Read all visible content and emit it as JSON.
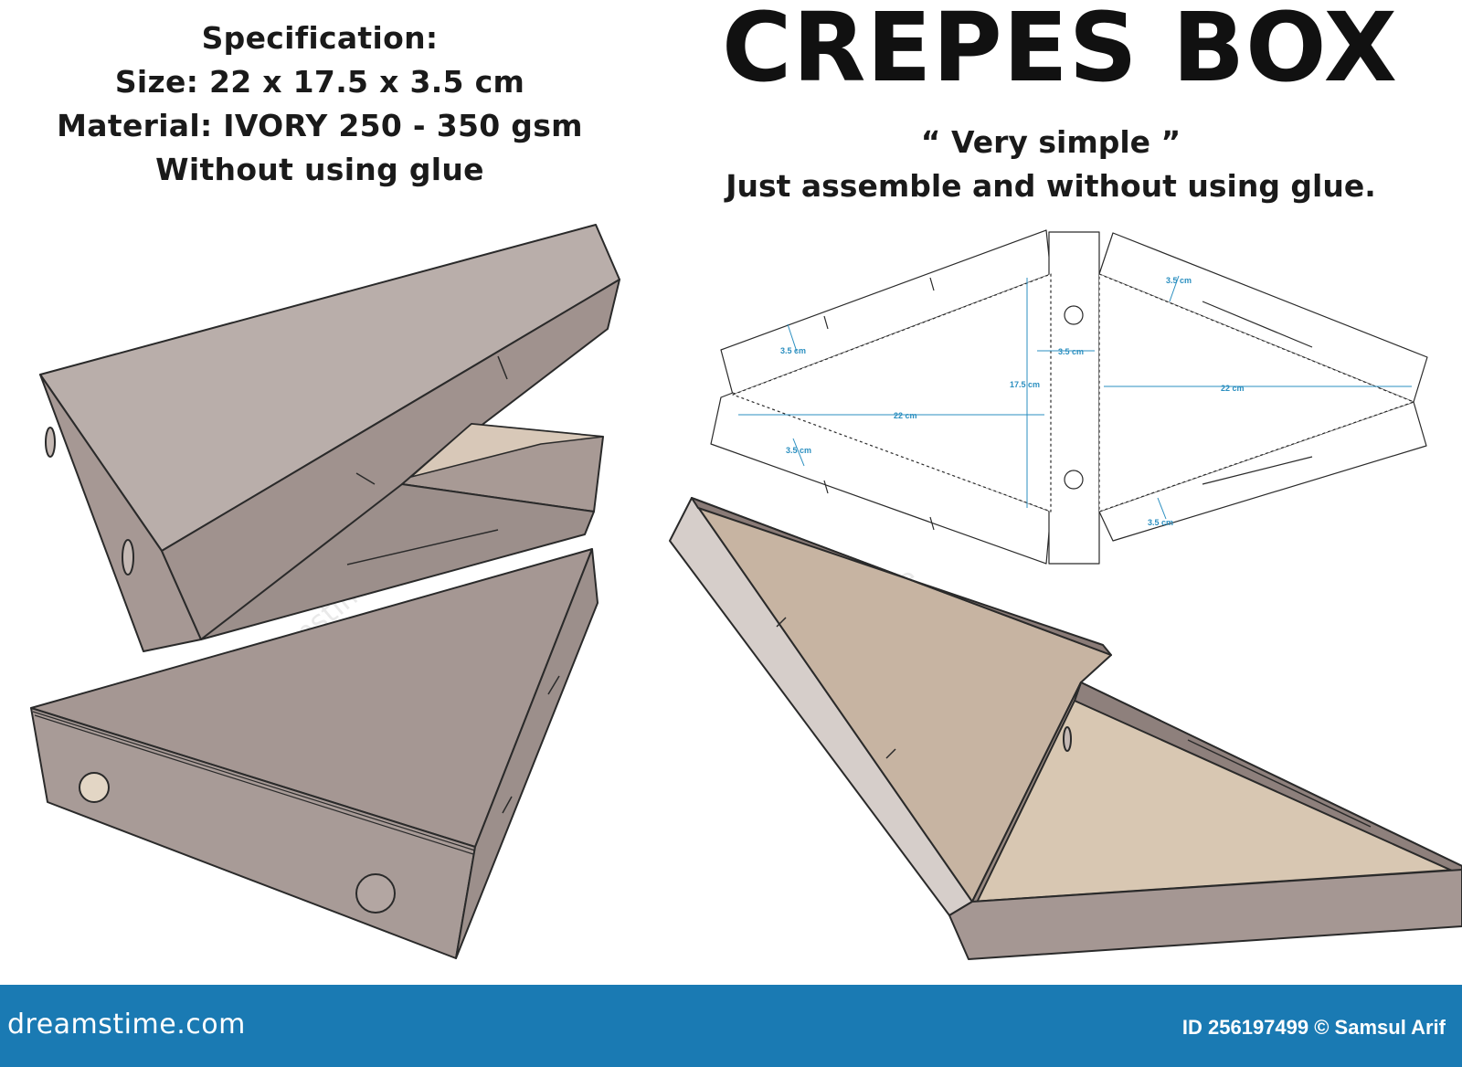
{
  "title": "CREPES BOX",
  "specification": {
    "heading": "Specification:",
    "size": "Size: 22 x 17.5 x 3.5 cm",
    "material": "Material: IVORY 250 - 350 gsm",
    "note": "Without using glue"
  },
  "tagline": {
    "quote": "“ Very simple ”",
    "text": "Just assemble and without using glue."
  },
  "dieline_labels": {
    "height_left_top": "3.5 cm",
    "height_left_bottom": "3.5 cm",
    "height_center": "3.5 cm",
    "height_right_top": "3.5 cm",
    "height_right_bottom": "3.5 cm",
    "depth_center": "17.5 cm",
    "length_left": "22 cm",
    "length_right": "22 cm"
  },
  "watermark": "dreamstime",
  "footer": {
    "brand": "dreamstime.com",
    "credit": "ID 256197499 © Samsul Arif"
  },
  "colors": {
    "box_light": "#b5aaa6",
    "box_mid": "#9e918d",
    "box_dark": "#8a7c78",
    "inner_light": "#cbbaa8",
    "dimension_line": "#2b8fc0",
    "footer_bar": "#1a7ab3"
  }
}
